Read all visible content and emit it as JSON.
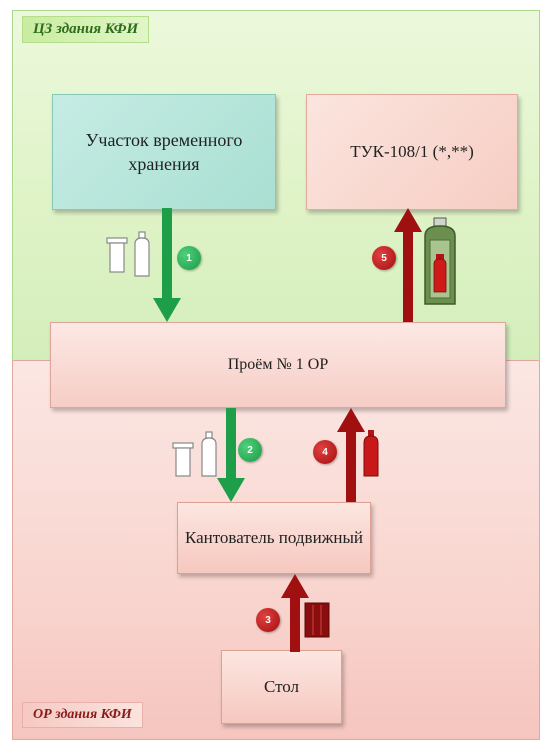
{
  "zones": {
    "top_label": "ЦЗ здания КФИ",
    "bottom_label": "ОР здания КФИ"
  },
  "boxes": {
    "storage": "Участок временного хранения",
    "tuk": "ТУК-108/1 (*,**)",
    "opening": "Проём № 1 ОР",
    "tilter": "Кантователь подвижный",
    "table": "Стол"
  },
  "steps": [
    "1",
    "2",
    "3",
    "4",
    "5"
  ],
  "colors": {
    "green_arrow": "#1f9e4a",
    "red_arrow": "#a01010",
    "zone_top": "#dff3c7",
    "zone_bottom": "#f9d5cf"
  },
  "icons": [
    "empty-canister-icon",
    "capsule-icon",
    "container-icon",
    "cask-icon"
  ]
}
